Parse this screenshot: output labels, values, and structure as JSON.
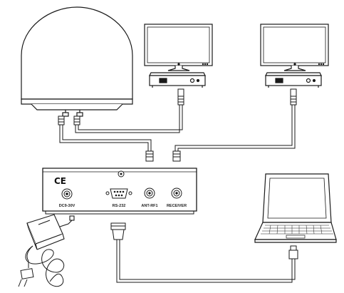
{
  "control_box": {
    "ce_mark": "CE",
    "ports": {
      "power": "DC9-30V",
      "serial": "RS-232",
      "antenna": "ANT-RF1",
      "receiver": "RECEIVER"
    }
  },
  "icons": {
    "antenna": "satellite-dome-antenna-icon",
    "tv": "tv-monitor-icon",
    "receiver": "set-top-receiver-icon",
    "laptop": "laptop-icon",
    "adapter": "power-adapter-icon",
    "plug": "ac-plug-icon"
  },
  "colors": {
    "line": "#1a1a1a",
    "fill": "#ffffff"
  }
}
